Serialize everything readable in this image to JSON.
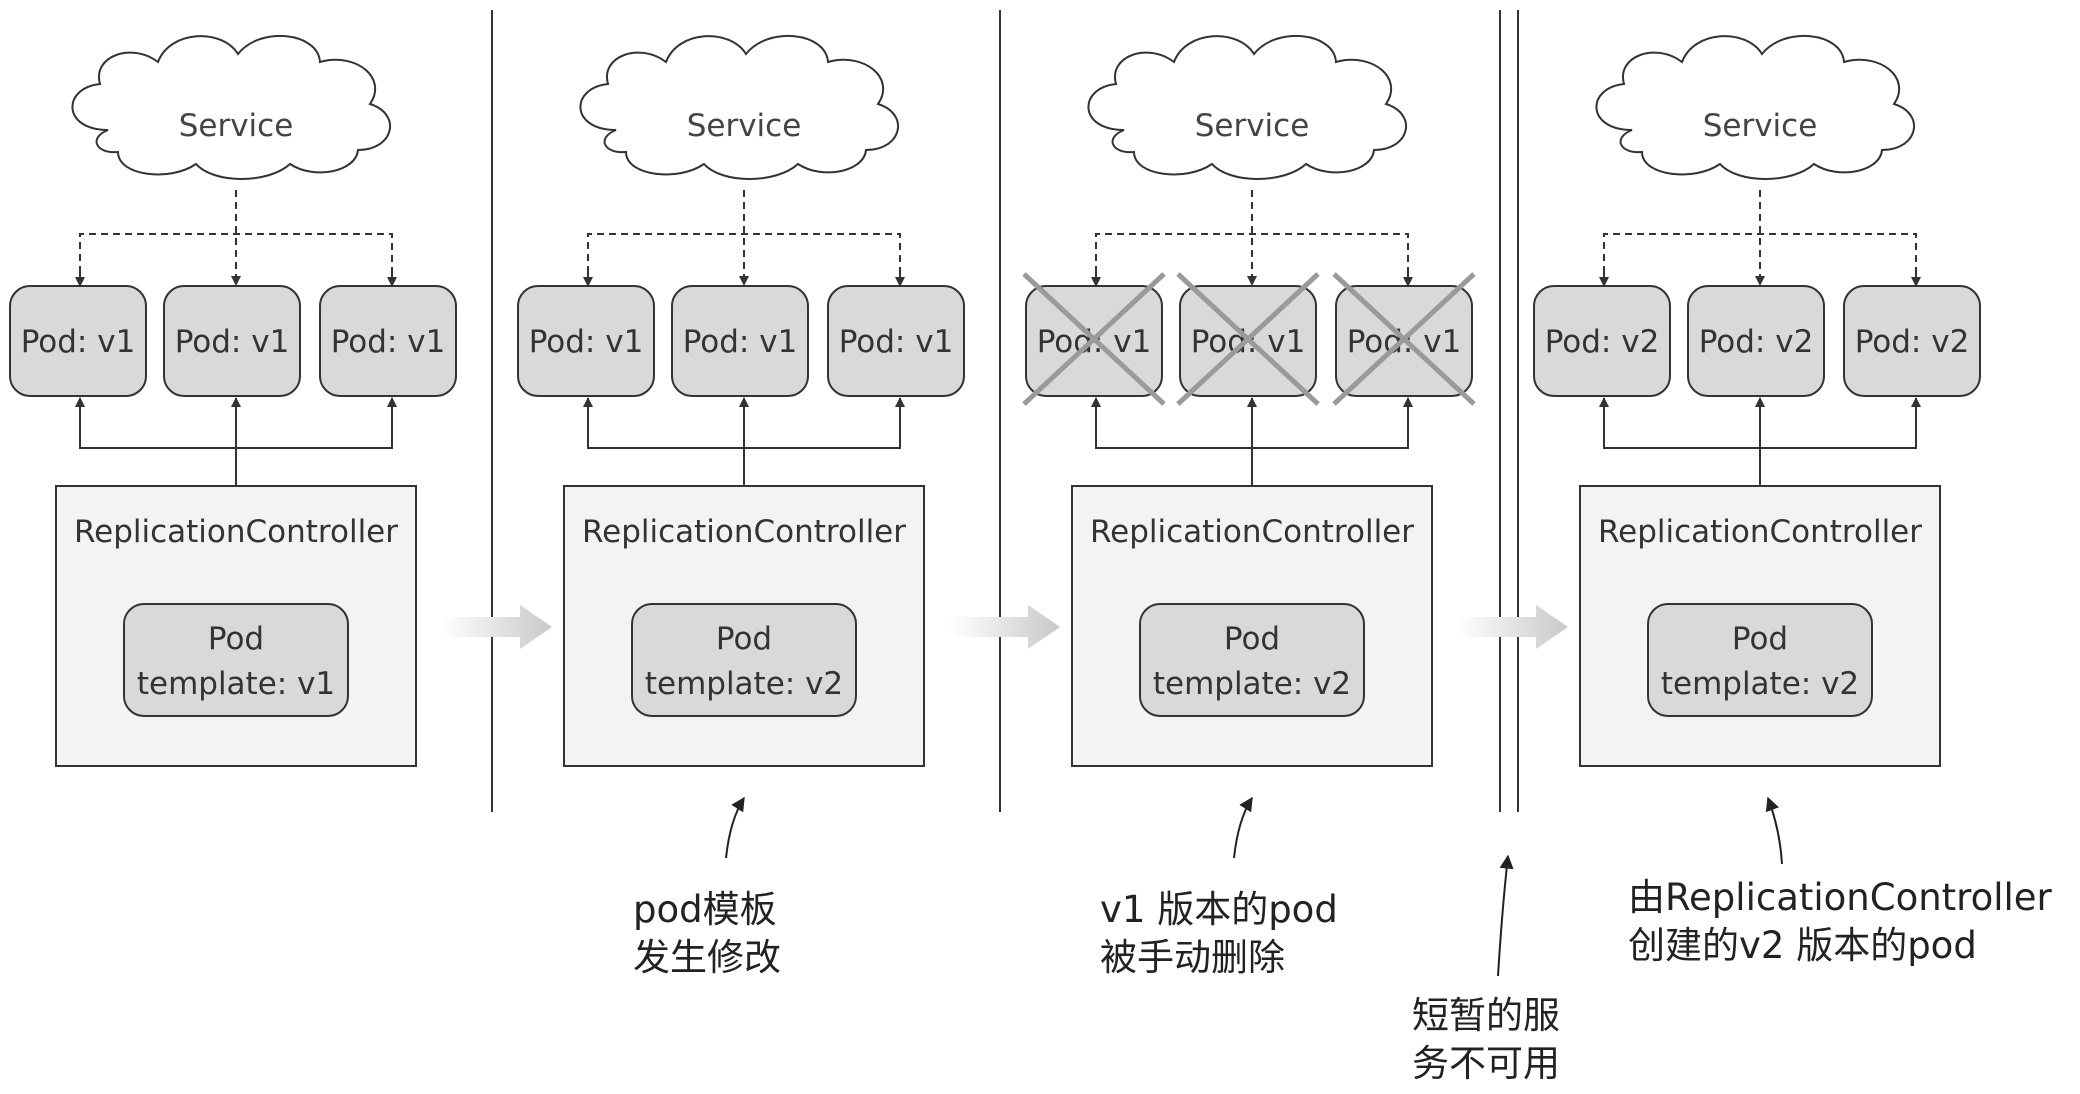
{
  "service_label": "Service",
  "rc_label": "ReplicationController",
  "template_title": "Pod",
  "stages": [
    {
      "pods": [
        "Pod: v1",
        "Pod: v1",
        "Pod: v1"
      ],
      "pods_deleted": false,
      "template": "template: v1"
    },
    {
      "pods": [
        "Pod: v1",
        "Pod: v1",
        "Pod: v1"
      ],
      "pods_deleted": false,
      "template": "template: v2"
    },
    {
      "pods": [
        "Pod: v1",
        "Pod: v1",
        "Pod: v1"
      ],
      "pods_deleted": true,
      "template": "template: v2"
    },
    {
      "pods": [
        "Pod: v2",
        "Pod: v2",
        "Pod: v2"
      ],
      "pods_deleted": false,
      "template": "template: v2"
    }
  ],
  "notes": [
    {
      "lines": [
        "pod模板",
        "发生修改"
      ]
    },
    {
      "lines": [
        "v1 版本的pod",
        "被手动删除"
      ]
    },
    {
      "lines": [
        "短暂的服",
        "务不可用"
      ]
    },
    {
      "lines": [
        "由ReplicationController",
        "创建的v2 版本的pod"
      ]
    }
  ],
  "colors": {
    "pod_fill": "#d9d9d9",
    "box_fill": "#f3f3f3",
    "stroke": "#333333",
    "cross": "#9a9a9a",
    "arrow_fill": "#cfcfcf"
  }
}
